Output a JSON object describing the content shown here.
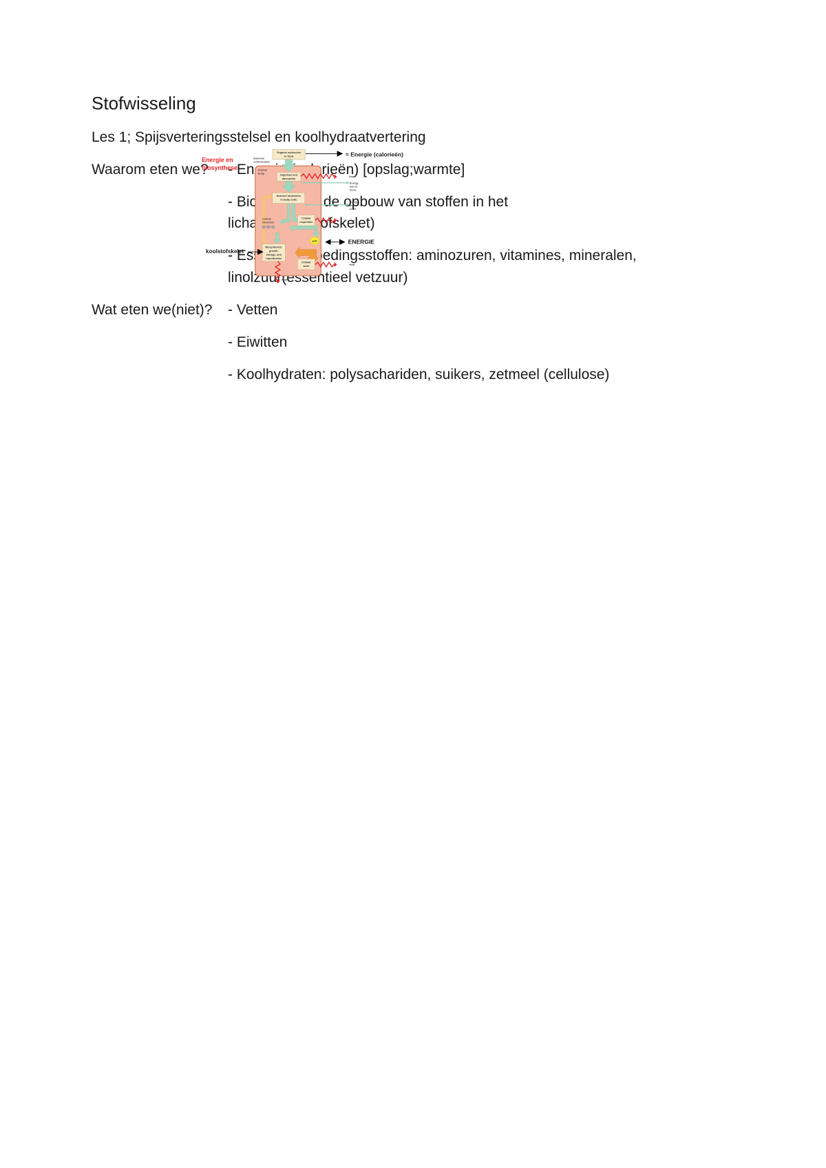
{
  "doc": {
    "title": "Stofwisseling",
    "subtitle": "Les 1; Spijsverteringsstelsel en koolhydraatvertering",
    "q1": {
      "label": "Waarom eten we?",
      "items": [
        "- Energie (calorieën) [opslag;warmte]",
        "- Biosynthese, de opbouw van stoffen in het",
        "lichaam(koolstofskelet)",
        "- Essentiële voedingsstoffen: aminozuren, vitamines, mineralen,",
        "linolzuur(essentieel vetzuur)"
      ]
    },
    "q2": {
      "label": "Wat eten we(niet)?",
      "items": [
        "- Vetten",
        "- Eiwitten",
        "- Koolhydraten: polysachariden, suikers, zetmeel (cellulose)"
      ]
    }
  },
  "diagram": {
    "heading_line1": "Energie en",
    "heading_line2": "biosynthese",
    "external_line1": "External",
    "external_line2": "environment",
    "animal_line1": "Animal",
    "animal_line2": "body",
    "organic_line1": "Organic molecules",
    "organic_line2": "in food",
    "digestion_line1": "Digestion and",
    "digestion_line2": "absorption",
    "nutrient_line1": "Nutrient molecules",
    "nutrient_line2": "in body cells",
    "carbon_line1": "Carbon",
    "carbon_line2": "skeletons",
    "respiration_line1": "Cellular",
    "respiration_line2": "respiration",
    "atp": "ATP",
    "bio_line1": "Biosynthesis:",
    "bio_line2": "growth,",
    "bio_line3": "storage, and",
    "bio_line4": "reproduction",
    "work_line1": "Cellular",
    "work_line2": "work",
    "heat": "Heat",
    "feces_line1": "Energy",
    "feces_line2": "lost in",
    "feces_line3": "feces",
    "urine_line1": "Energy",
    "urine_line2": "lost in",
    "urine_line3": "urine",
    "annot_energy": "= Energie (calorieën)",
    "annot_energie": "ENERGIE",
    "annot_koolstof": "koolstofskelet",
    "colors": {
      "heading": "#e8262a",
      "body_fill": "#f6b8a4",
      "body_stroke": "#c96a3e",
      "box_fill": "#f7e9c8",
      "box_stroke": "#b9a37a",
      "green_arrow": "#9fd6bd",
      "heat_zigzag": "#e0262b",
      "yellow_arrow": "#f7c66a",
      "orange_arrow": "#f09a3a",
      "atp": "#f4ec3a"
    }
  }
}
